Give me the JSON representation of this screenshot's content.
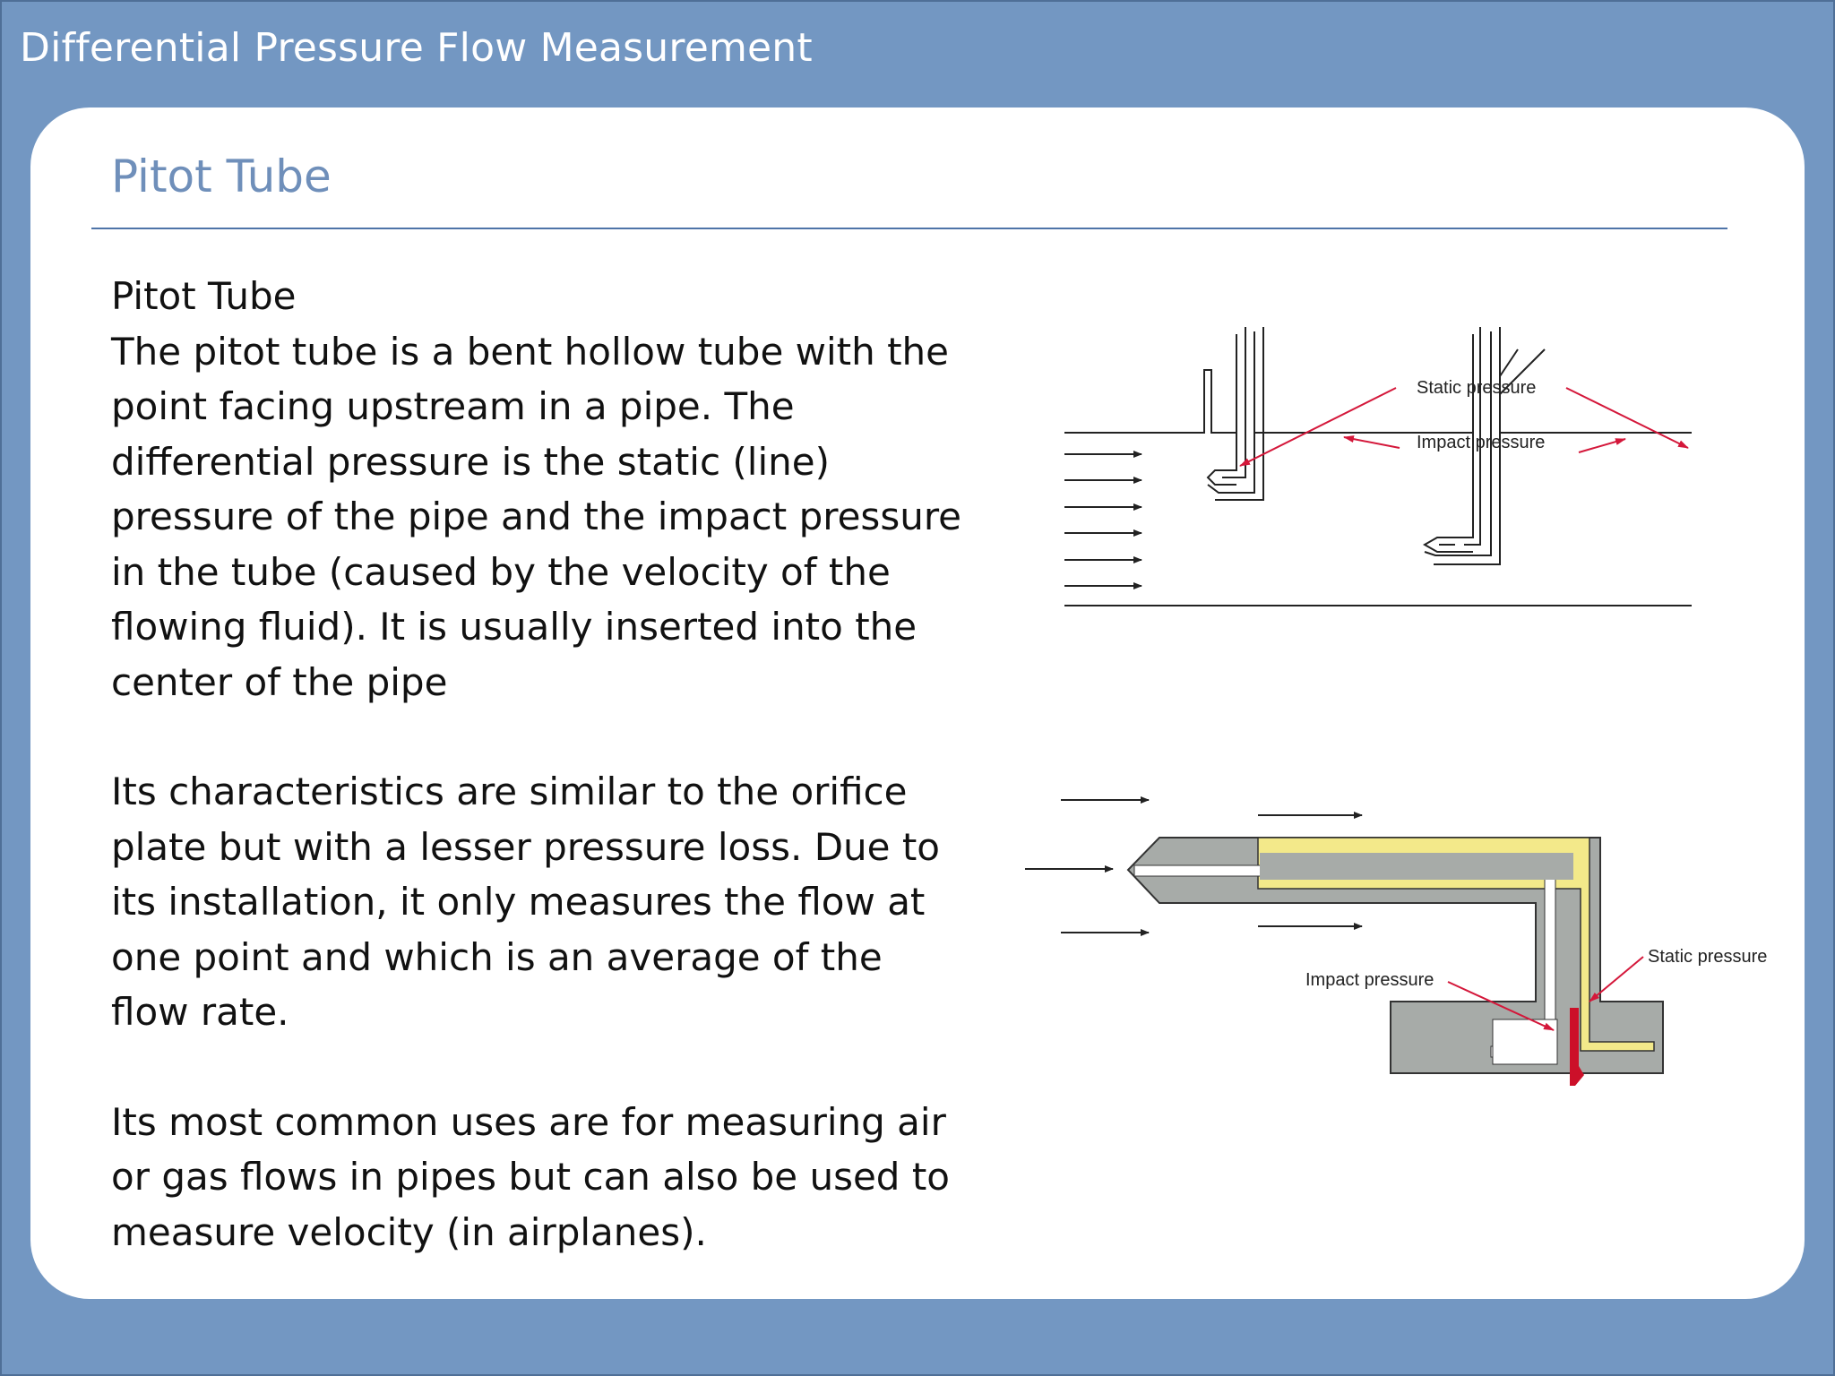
{
  "header": {
    "title": "Differential Pressure Flow Measurement"
  },
  "slide": {
    "title": "Pitot Tube",
    "paragraphs": [
      "Pitot Tube",
      "The pitot tube is a bent hollow tube with the point facing upstream in a pipe.  The differential pressure is the static (line) pressure of the pipe and the impact pressure in the tube (caused by the velocity of the flowing fluid).  It is usually inserted into the center of the pipe",
      "Its characteristics are similar to the orifice plate but with a lesser pressure loss.  Due to its installation, it only measures the flow at one point and which is an average of the flow rate.",
      "Its most common uses are for measuring air or gas flows in pipes but can also be used to measure velocity (in airplanes)."
    ]
  },
  "diagram": {
    "top_labels": {
      "static": "Static pressure",
      "impact": "Impact pressure"
    },
    "bottom_labels": {
      "impact": "Impact pressure",
      "static": "Static pressure"
    },
    "colors": {
      "arrow_red": "#d4173a",
      "tube_gray": "#a7aba8",
      "tube_yellow": "#f3e98a",
      "fluid_red": "#cc1029",
      "line": "#222222"
    }
  }
}
